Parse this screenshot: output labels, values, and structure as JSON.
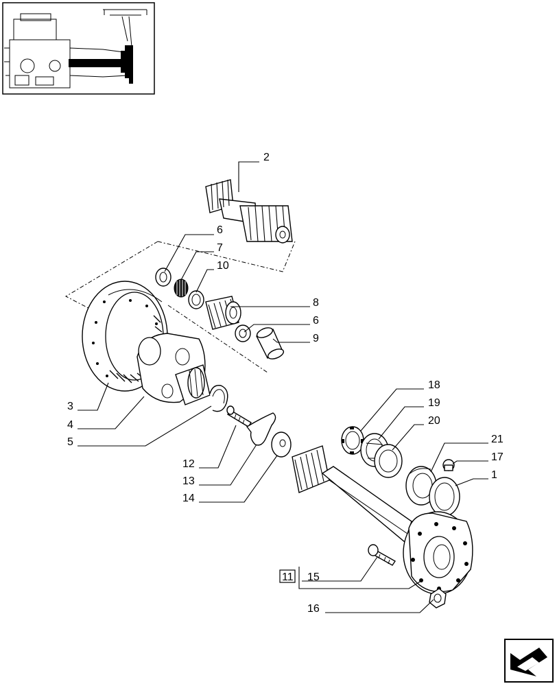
{
  "callouts": {
    "c1": "1",
    "c2": "2",
    "c3": "3",
    "c4": "4",
    "c5": "5",
    "c6a": "6",
    "c6b": "6",
    "c7": "7",
    "c8": "8",
    "c9": "9",
    "c10": "10",
    "c11": "11",
    "c12": "12",
    "c13": "13",
    "c14": "14",
    "c15": "15",
    "c16": "16",
    "c17": "17",
    "c18": "18",
    "c19": "19",
    "c20": "20",
    "c21": "21"
  },
  "icons": {
    "thumbnail": "assembly-location-thumbnail",
    "nav": "next-page-arrow-icon"
  }
}
